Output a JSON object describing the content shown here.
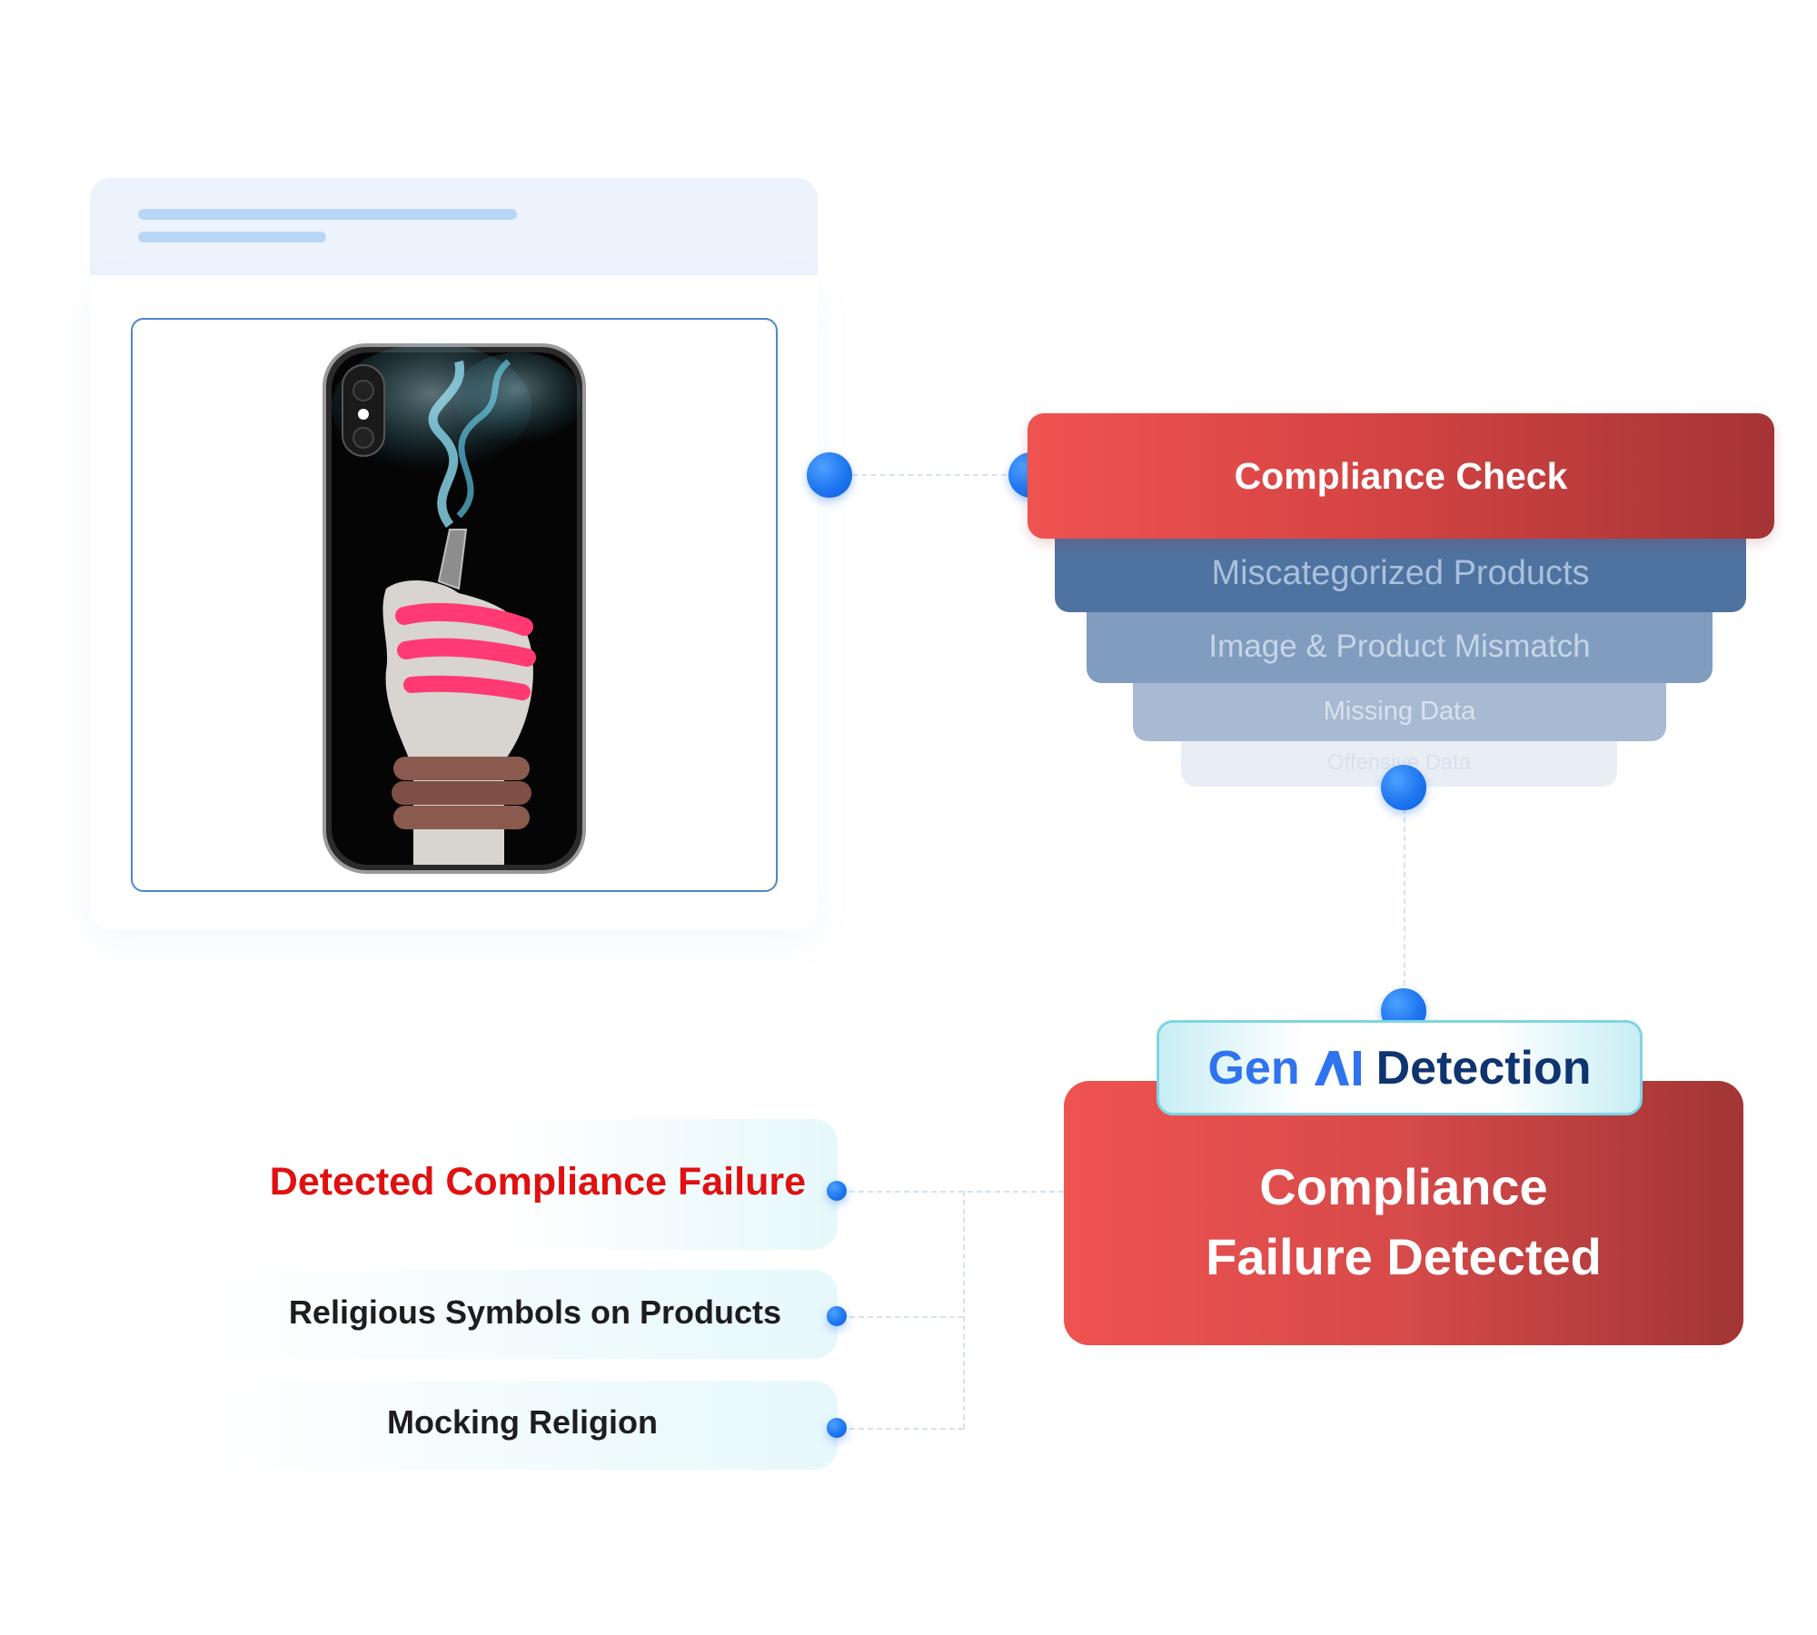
{
  "funnel": {
    "top_label": "Compliance Check",
    "layers": [
      "Miscategorized Products",
      "Image & Product Mismatch",
      "Missing Data",
      "Offensive Data"
    ]
  },
  "badge": {
    "gen": "Gen",
    "detection": "Detection"
  },
  "result": {
    "line1": "Compliance",
    "line2": "Failure Detected"
  },
  "findings": {
    "heading": "Detected Compliance Failure",
    "items": [
      "Religious Symbols on Products",
      "Mocking Religion"
    ]
  },
  "colors": {
    "alert_red": "#e01010",
    "accent_blue": "#1e76f0",
    "dark_navy": "#0f3470"
  },
  "icons": [
    "ai-logo-icon"
  ]
}
